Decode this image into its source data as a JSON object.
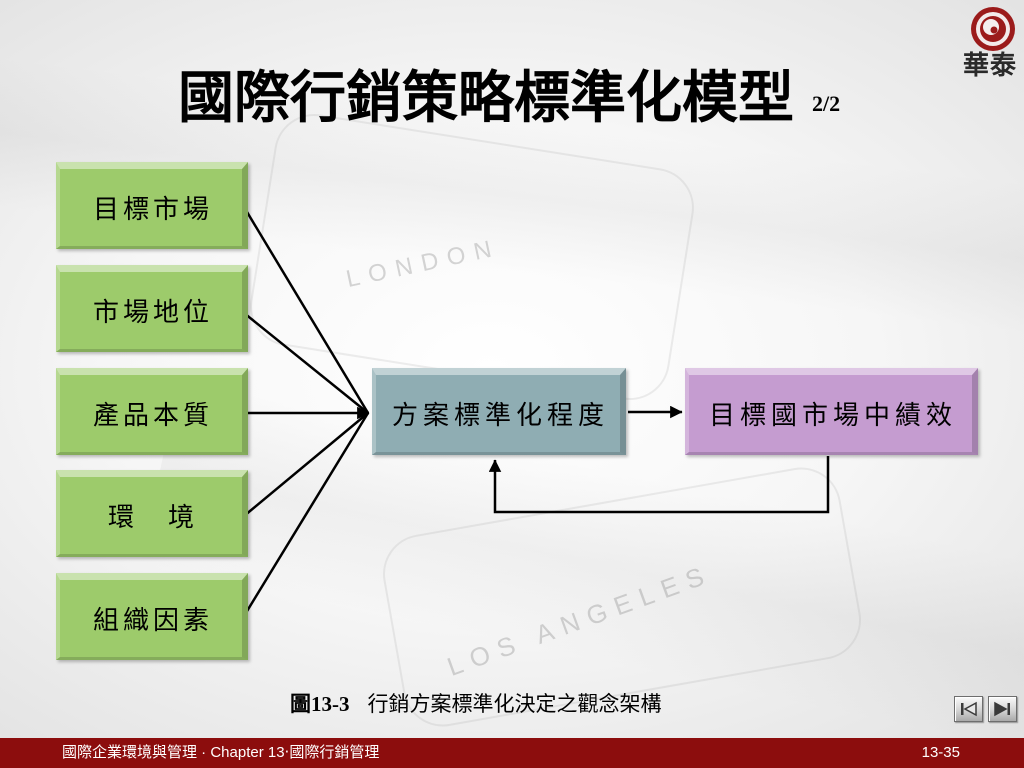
{
  "slide": {
    "title": "國際行銷策略標準化模型",
    "title_page": "2/2",
    "logo_text": "華泰",
    "logo_color": "#9b1b1b",
    "watermark": [
      "LONDON",
      "LOS ANGELES"
    ]
  },
  "diagram": {
    "factors": [
      {
        "label": "目標市場"
      },
      {
        "label": "市場地位"
      },
      {
        "label": "產品本質"
      },
      {
        "label": "環　境"
      },
      {
        "label": "組織因素"
      }
    ],
    "center": {
      "label": "方案標準化程度"
    },
    "outcome": {
      "label": "目標國市場中績效"
    },
    "colors": {
      "factor": "#9dcb6b",
      "center": "#8fadb3",
      "outcome": "#c59cd0",
      "connector": "#000000"
    }
  },
  "caption": {
    "label": "圖13-3",
    "text": "行銷方案標準化決定之觀念架構"
  },
  "nav": {
    "previous_icon": "previous-slide-icon",
    "next_icon": "next-slide-icon"
  },
  "footer": {
    "text": "國際企業環境與管理 · Chapter 13‧國際行銷管理",
    "page": "13-35",
    "color": "#8c0d0d"
  }
}
